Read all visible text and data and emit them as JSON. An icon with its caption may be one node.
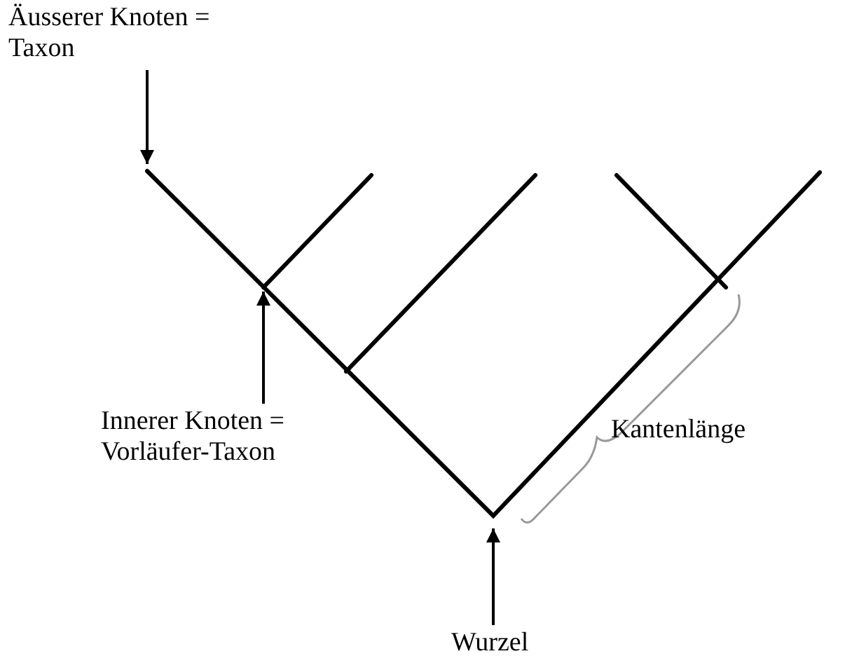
{
  "diagram": {
    "nodes": [
      {
        "text": [
          "Äusserer Knoten = Taxon"
        ]
      },
      {
        "text": [
          "Innerer Knoten = Vorläufer-Taxon"
        ]
      },
      {
        "text": [
          "Wurzel"
        ]
      }
    ],
    "edges": [
      {
        "from": 0,
        "to": null,
        "arrow": "to"
      },
      {
        "from": 1,
        "to": null,
        "arrow": "to"
      },
      {
        "from": 2,
        "to": null,
        "arrow": "to"
      }
    ],
    "labels": [
      "Kantenlänge"
    ]
  }
}
